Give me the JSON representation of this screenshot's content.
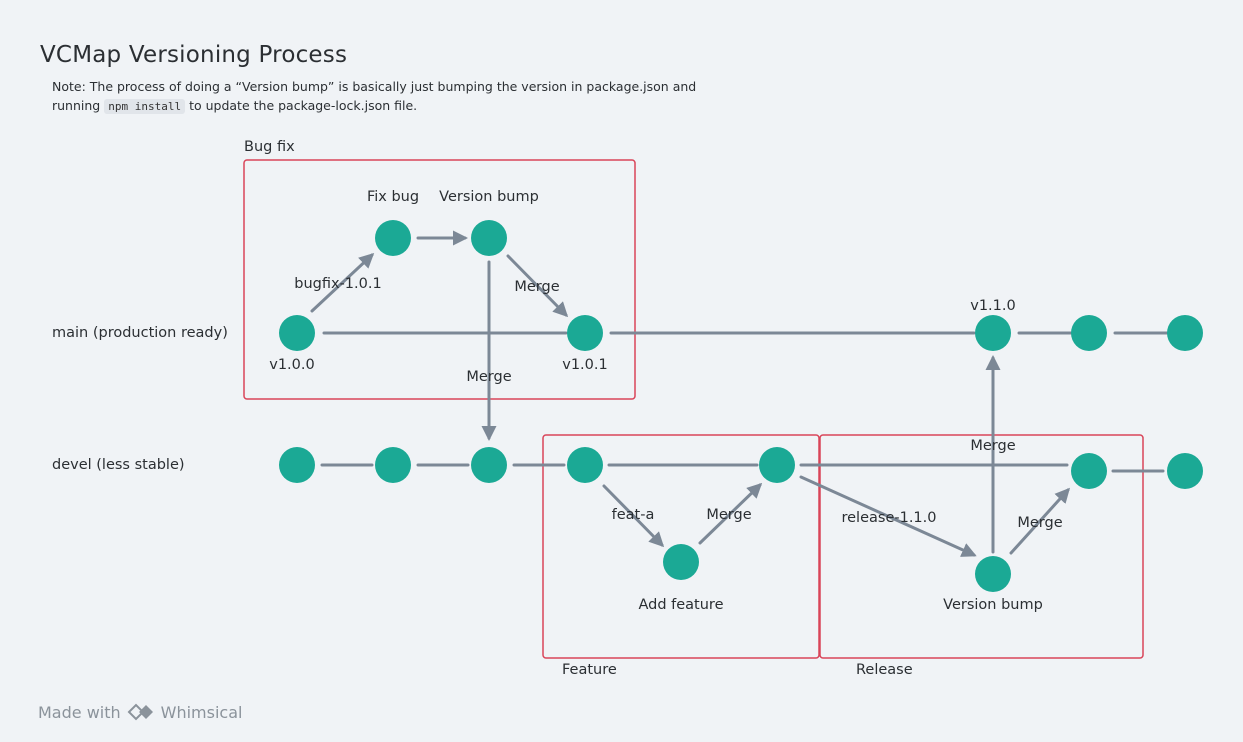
{
  "title": "VCMap Versioning Process",
  "note": {
    "line1": "Note: The process of doing a “Version bump” is basically just bumping the version in package.json and",
    "line2_prefix": "running",
    "code": "npm install",
    "line2_suffix": "to update the package-lock.json file."
  },
  "lanes": {
    "main": "main (production ready)",
    "devel": "devel (less stable)"
  },
  "boxes": {
    "bugfix": "Bug fix",
    "feature": "Feature",
    "release": "Release"
  },
  "labels": {
    "fix_bug": "Fix bug",
    "version_bump_top": "Version bump",
    "bugfix_branch": "bugfix-1.0.1",
    "merge_1": "Merge",
    "v100": "v1.0.0",
    "v101": "v1.0.1",
    "merge_down": "Merge",
    "v110": "v1.1.0",
    "merge_up": "Merge",
    "feat_a": "feat-a",
    "merge_feat": "Merge",
    "add_feature": "Add feature",
    "release_branch": "release-1.1.0",
    "merge_release": "Merge",
    "version_bump_release": "Version bump"
  },
  "colors": {
    "node": "#1ba995",
    "edge": "#7c8896",
    "box": "#d94459",
    "background": "#f0f3f6"
  },
  "footer": {
    "made_with": "Made with",
    "brand": "Whimsical"
  }
}
